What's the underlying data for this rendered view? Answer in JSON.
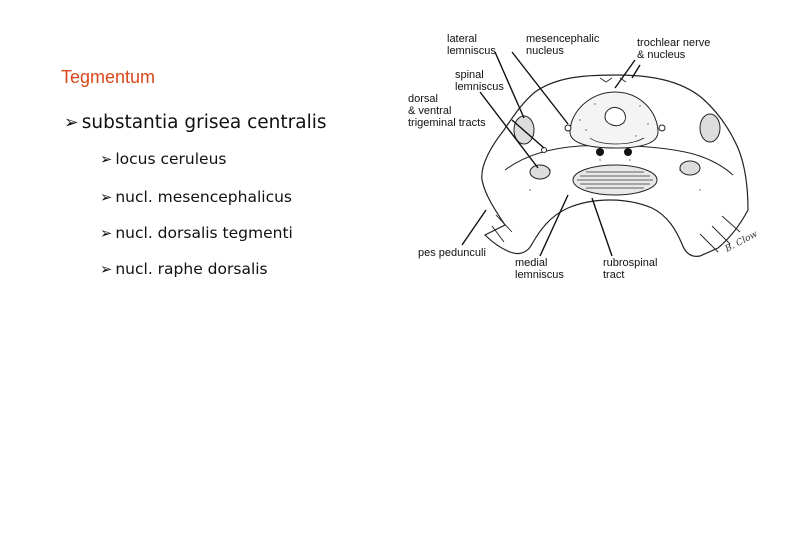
{
  "slide": {
    "title": "Tegmentum",
    "title_color": "#d9481c",
    "bullet_arrow_icon": "arrow-right-bullet",
    "level1": [
      "substantia grisea centralis"
    ],
    "level2": [
      "locus ceruleus",
      "nucl. mesencephalicus",
      "nucl. dorsalis tegmenti",
      "nucl. raphe dorsalis"
    ]
  },
  "diagram": {
    "labels": {
      "lateral_lemniscus": [
        "lateral",
        "lemniscus"
      ],
      "mesencephalic_nucleus": [
        "mesencephalic",
        "nucleus"
      ],
      "trochlear": [
        "trochlear nerve",
        "& nucleus"
      ],
      "spinal_lemniscus": [
        "spinal",
        "lemniscus"
      ],
      "trigeminal_tracts": [
        "dorsal",
        "& ventral",
        "trigeminal tracts"
      ],
      "pes_pedunculi": [
        "pes pedunculi"
      ],
      "medial_lemniscus": [
        "medial",
        "lemniscus"
      ],
      "rubrospinal_tract": [
        "rubrospinal",
        "tract"
      ]
    },
    "signature": "B. Clow"
  }
}
